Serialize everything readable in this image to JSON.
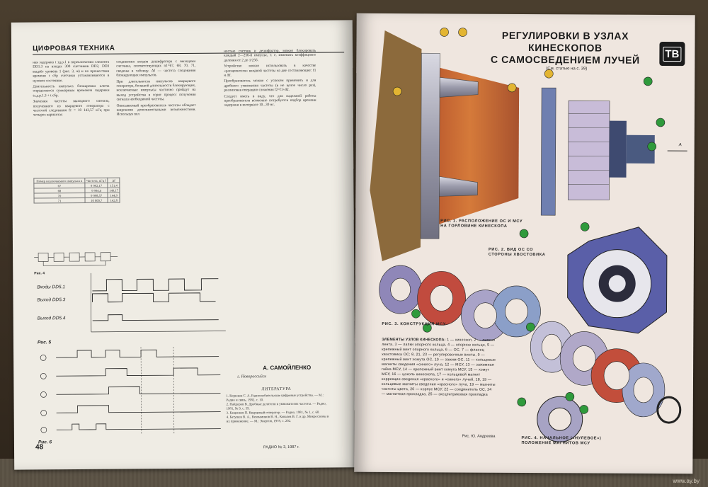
{
  "left_page": {
    "header": "ЦИФРОВАЯ ТЕХНИКА",
    "page_number": "48",
    "footer": "РАДИО № 3, 1987 г.",
    "col_a_paragraphs": [
      "ная задержка t зд.р.1 в переключении элемента DD1.3 на входах 300 счетчиков DD2, DD3 выдаёт уровень 1 (рис. 3, ж) и по прошествии времени t сбр счетчики устанавливаются в нулевое состояние.",
      "Длительность импульса блокировки ключа определяется суммарным временем задержки tз.д.р.1.3 + t сбр.",
      "Значения частоты выходного сигнала, полученного из кварцевого генератора с частотой следования fт = 10 143,57 кГц при четырех вариантах"
    ],
    "col_b_paragraphs": [
      "соединения входов дешифратора с выходами счетчика, соответствующих n1=67, 68, 70, 71, сведены в таблицу. Δf — частота следования блокирующих импульсов.",
      "При длительности импульсов кварцевого генератора, большой длительности блокирующих, исключаемые импульсы частично пройдут на выход устройства в сорят процесс получения сигнала необходимой частоты.",
      "Описываемый преобразователь частоты обладает широкими дополнительными возможностями. Используя пол"
    ],
    "col_c_paragraphs": [
      "ностью счетчик и дешифратор, можно блокировать каждый 2—256-й импульс, т. е. изменить коэффициент деления от 2 до 1/256.",
      "Устройство можно использовать в качестве «расщепителя» входной частоты на две составляющие: f1 и Δf.",
      "Преобразователь можно с успехом применить и для дробного умножения частоты (в не целое число раз), реализовав операцию сложения f2=f1+Δf.",
      "Следует иметь в виду, что для надежной работы преобразователя возможно потребуется подбор времени задержки в интервале 10...30 нс."
    ],
    "table": {
      "headers": [
        "Номер исключаемого импульса n",
        "Частота, кГц f",
        "Δf"
      ],
      "rows": [
        [
          "67",
          "9 992,17",
          "151,4"
        ],
        [
          "68",
          "9 994,4",
          "149,17"
        ],
        [
          "70",
          "9 998,57",
          "144,9"
        ],
        [
          "71",
          "10 000,7",
          "142,8"
        ]
      ]
    },
    "fig4_label": "Рис. 4",
    "fig5_label": "Рис. 5",
    "fig6_label": "Рис. 6",
    "signals": [
      "Входы DD5.1",
      "Выход DD5.3",
      "Выход DD5.4"
    ],
    "author": "А. САМОЙЛЕНКО",
    "city": "г. Новороссийск",
    "literature_title": "ЛИТЕРАТУРА",
    "literature": [
      "1. Бирюков С. А. Радиолюбительские цифровые устройства. — М.: Радио и связь, 1982, с. 10.",
      "2. Найдоров В. Дробные делители в умножителях частоты. — Радио, 1981, № 9, с. 59.",
      "3. Бащенков П. Кварцевый генератор. — Радио, 1981, № 1, с. 60.",
      "4. Батушев В. А., Вениаминов В. Н., Ковалев В. Г. и др. Микросхемы и их применение. — М.: Энергия, 1978, с. 292."
    ]
  },
  "right_page": {
    "title_line1": "РЕГУЛИРОВКИ В УЗЛАХ КИНЕСКОПОВ",
    "title_line2": "С САМОСВЕДЕНИЕМ ЛУЧЕЙ",
    "badge": "ТВ",
    "see_article": "(См. статью на с. 39)",
    "caption1": "РИС. 1. РАСПОЛОЖЕНИЕ ОС И МСУ НА ГОРЛОВИНЕ КИНЕСКОПА",
    "caption2": "РИС. 2. ВИД ОС СО СТОРОНЫ ХВОСТОВИКА",
    "caption3": "РИС. 3. КОНСТРУКЦИЯ МСУ",
    "caption4": "РИС. 4. НАЧАЛЬНОЕ («НУЛЕВОЕ») ПОЛОЖЕНИЕ МАГНИТОВ МСУ",
    "legend_title": "ЭЛЕМЕНТЫ УЗЛОВ КИНЕСКОПА:",
    "legend_text": "1 — кинескоп, 2 — липкая лента, 3 — лапки опорного кольца, 4 — опорное кольцо, 5 — крепежный винт опорного кольца, 6 — ОС, 7 — фланец хвостовика ОС; 8, 21, 23 — регулировочные винты, 9 — крепежный винт хомута ОС, 10 — зажим ОС, 11 — кольцевые магниты сведения «синего» луча, 12 — МСУ, 13 — зажимная гайка МСУ, 14 — крепежный винт хомута МСУ, 15 — хомут МСУ, 16 — цоколь кинескопа, 17 — кольцевой магнит коррекции сведения «красного» и «синего» лучей, 18, 19 — кольцевые магниты сведения «красного» луча, 19 — магниты чистоты цвета, 20 — корпус МСУ, 22 — соединитель ОС, 24 — магнитная прокладка, 25 — эксцентриковая прокладка",
    "credit": "Рис. Ю. Андреева",
    "arrow_label": "А"
  },
  "watermark": "www.ay.by"
}
